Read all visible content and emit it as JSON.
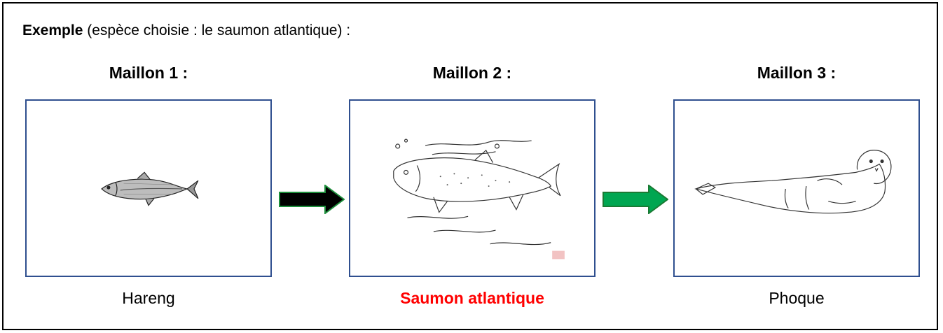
{
  "intro": {
    "bold": "Exemple",
    "rest": " (espèce choisie : le saumon atlantique) :"
  },
  "links": [
    {
      "label": "Maillon 1 :",
      "species": "Hareng",
      "icon": "herring-illustration"
    },
    {
      "label": "Maillon 2 :",
      "species": "Saumon atlantique",
      "icon": "salmon-illustration"
    },
    {
      "label": "Maillon 3 :",
      "species": "Phoque",
      "icon": "seal-illustration"
    }
  ],
  "colors": {
    "box_border": "#2f4f8f",
    "highlight_text": "#ff0000",
    "arrow_1_fill": "#000000",
    "arrow_2_fill": "#00a651",
    "arrow_outline": "#1e8f3c"
  }
}
